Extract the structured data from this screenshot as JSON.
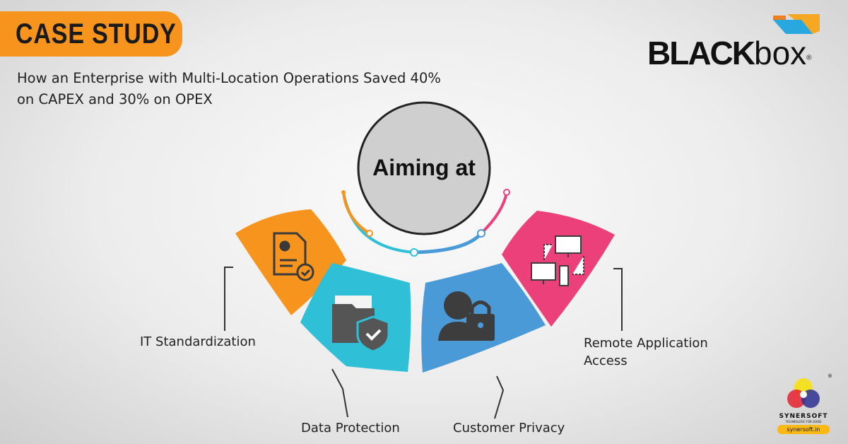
{
  "header": {
    "badge": "CASE STUDY",
    "subtitle": "How an Enterprise with Multi-Location Operations Saved 40% on CAPEX and 30% on OPEX"
  },
  "brand": {
    "logo_bold": "BLACK",
    "logo_light": "box",
    "registered": "®"
  },
  "center": {
    "title": "Aiming at"
  },
  "items": [
    {
      "label": "IT Standardization",
      "color": "#f7941d",
      "icon": "certificate-icon"
    },
    {
      "label": "Data Protection",
      "color": "#2fc0d8",
      "icon": "folder-shield-icon"
    },
    {
      "label": "Customer Privacy",
      "color": "#4a9ad8",
      "icon": "user-lock-icon"
    },
    {
      "label": "Remote Application Access",
      "color": "#ec407a",
      "icon": "remote-computers-icon"
    }
  ],
  "partner": {
    "name": "SYNERSOFT",
    "tagline": "TECHNOLOGY FOR GOOD",
    "url": "synersoft.in",
    "registered": "®"
  }
}
